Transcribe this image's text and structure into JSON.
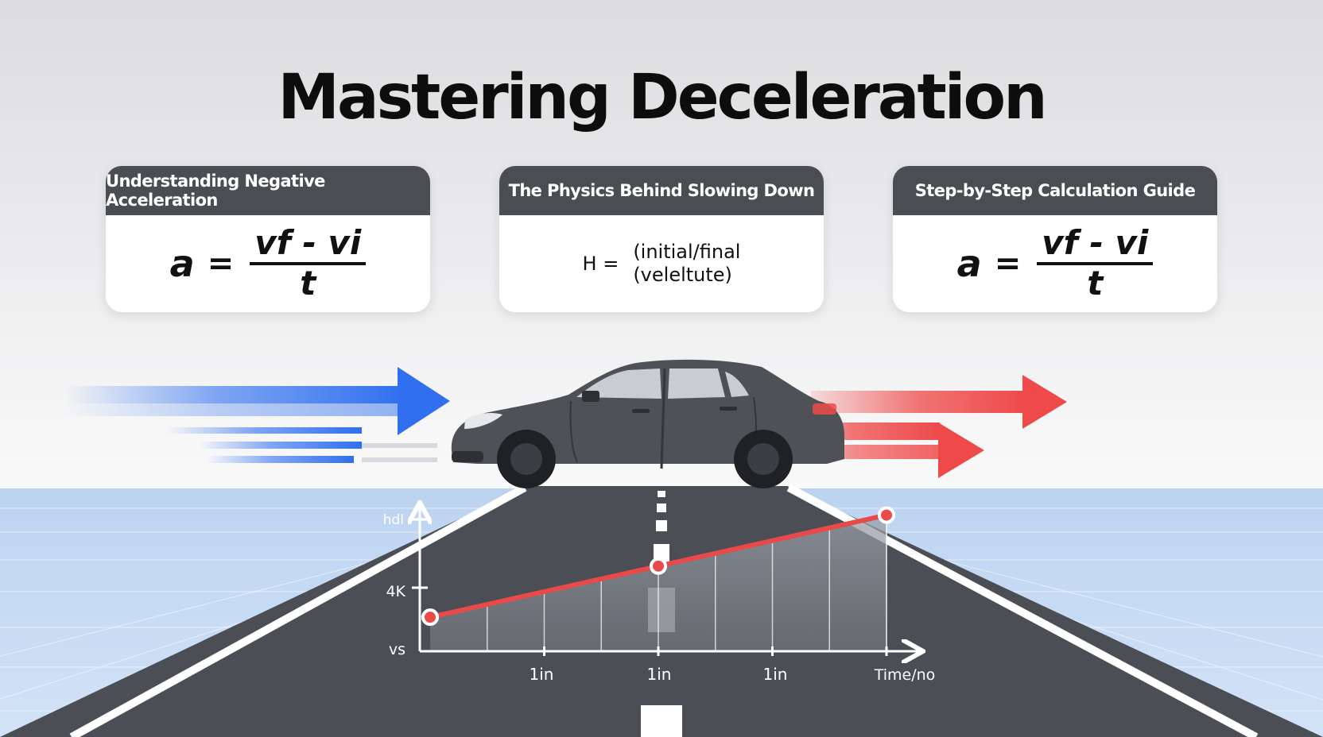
{
  "title": "Mastering Deceleration",
  "cards": [
    {
      "header": "Understanding Negative Acceleration",
      "lhs": "a",
      "equals": "=",
      "numerator": "vf - vi",
      "denominator": "t"
    },
    {
      "header": "The Physics Behind Slowing Down",
      "symbol": "H =",
      "line1": "(initial/final",
      "line2": "(veleltute)"
    },
    {
      "header": "Step-by-Step Calculation Guide",
      "lhs": "a",
      "equals": "=",
      "numerator": "vf - vi",
      "denominator": "t"
    }
  ],
  "chart": {
    "y_ticks": [
      "hdl",
      "4K",
      "vs"
    ],
    "x_ticks": [
      "1in",
      "1in",
      "1in"
    ],
    "x_label": "Time/no"
  },
  "chart_data": {
    "type": "line",
    "x": [
      0,
      1,
      2
    ],
    "series": [
      {
        "values": [
          1,
          2.5,
          4
        ]
      }
    ],
    "line_color": "#e84a4a"
  },
  "colors": {
    "blue_arrow": "#2f6ff0",
    "red_arrow": "#ee4a4a",
    "road": "#4b4f55",
    "car": "#4e5257",
    "ground": "#c9dcf4"
  }
}
